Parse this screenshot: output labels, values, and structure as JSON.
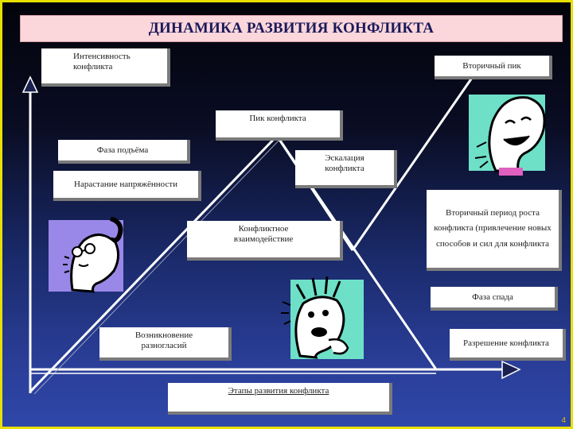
{
  "title": "ДИНАМИКА РАЗВИТИЯ КОНФЛИКТА",
  "nodes": {
    "intensity": "Интенсивность конфликта",
    "secondary_peak": "Вторичный пик",
    "peak": "Пик конфликта",
    "rise_phase": "Фаза подъёма",
    "escalation": "Эскалация конфликта",
    "tension_growth": "Нарастание напряжённости",
    "secondary_growth": "Вторичный период роста конфликта (привлечение новых способов и сил для конфликта",
    "interaction": "Конфликтное взаимодействие",
    "decline_phase": "Фаза спада",
    "disagreement": "Возникновение разногласий",
    "resolution": "Разрешение конфликта",
    "stages": "Этапы развития конфликта"
  },
  "page_number": "4",
  "colors": {
    "frame": "#e8e000",
    "title_bg": "#fbd6da",
    "title_text": "#1a1a5a",
    "lines": "#ffffff",
    "figure_purple": "#9a88e8",
    "figure_teal": "#6ee0c8"
  }
}
